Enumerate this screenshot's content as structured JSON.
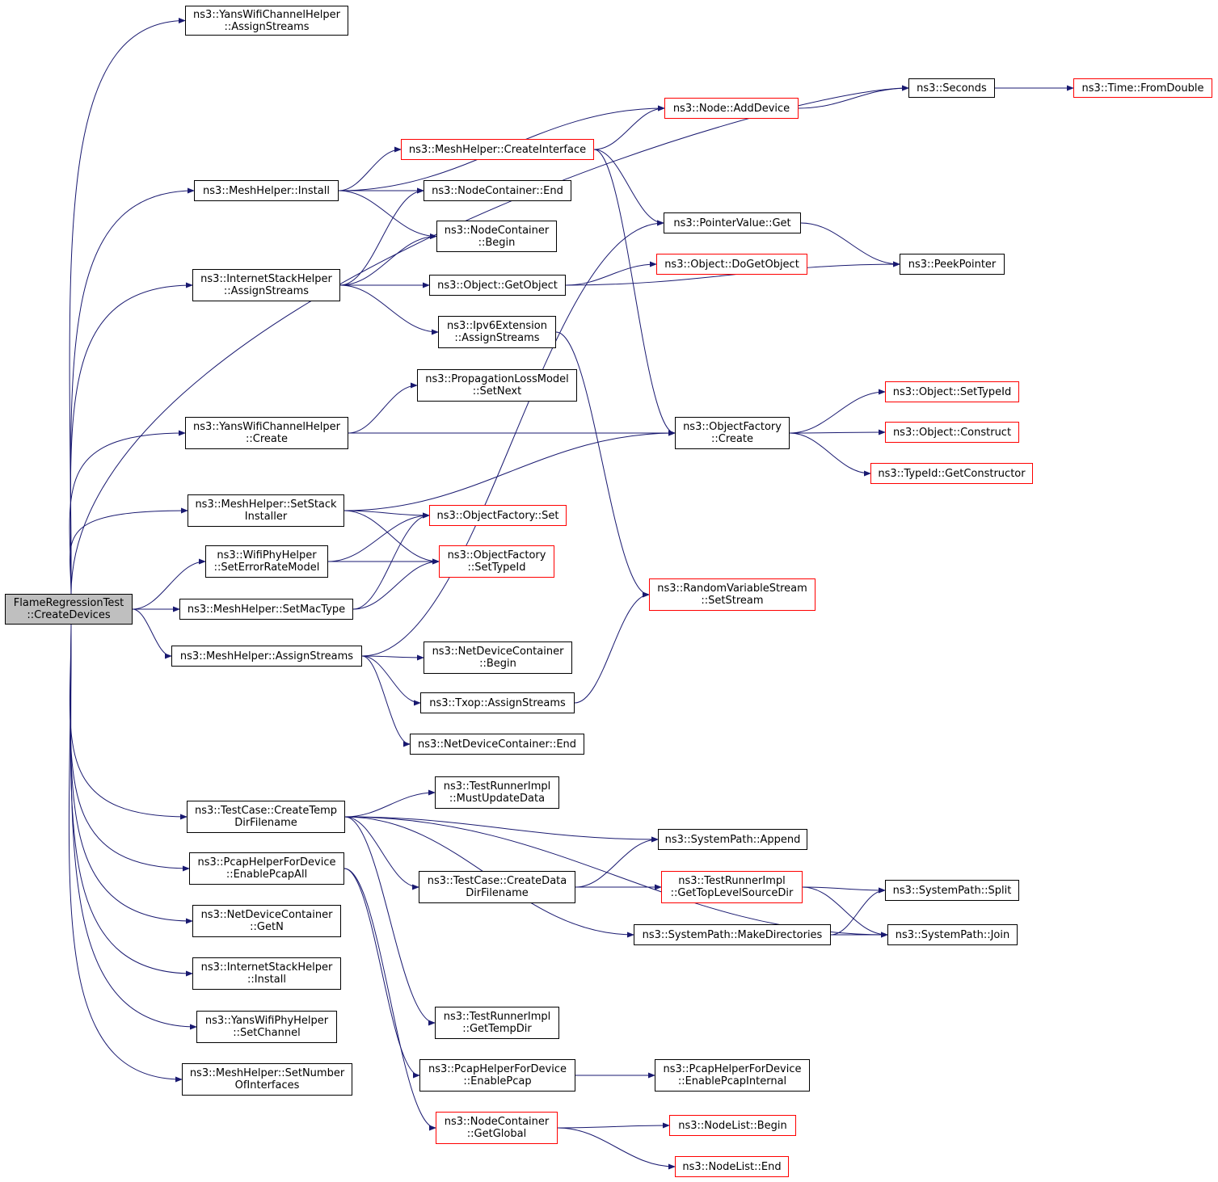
{
  "graph": {
    "edge_color": "#191970",
    "external_border": "#ff0000",
    "root_fill": "#bfbfbf",
    "nodes": [
      {
        "id": "root",
        "label": "FlameRegressionTest\n::CreateDevices",
        "root": true
      },
      {
        "id": "yans_assign",
        "label": "ns3::YansWifiChannelHelper\n::AssignStreams"
      },
      {
        "id": "seconds",
        "label": "ns3::Seconds"
      },
      {
        "id": "fromdouble",
        "label": "ns3::Time::FromDouble",
        "external": true
      },
      {
        "id": "adddevice",
        "label": "ns3::Node::AddDevice",
        "external": true
      },
      {
        "id": "createinterface",
        "label": "ns3::MeshHelper::CreateInterface",
        "external": true
      },
      {
        "id": "mesh_install",
        "label": "ns3::MeshHelper::Install"
      },
      {
        "id": "nc_end",
        "label": "ns3::NodeContainer::End"
      },
      {
        "id": "nc_begin",
        "label": "ns3::NodeContainer\n::Begin"
      },
      {
        "id": "pv_get",
        "label": "ns3::PointerValue::Get"
      },
      {
        "id": "peekpointer",
        "label": "ns3::PeekPointer"
      },
      {
        "id": "dogetobject",
        "label": "ns3::Object::DoGetObject",
        "external": true
      },
      {
        "id": "inet_assign",
        "label": "ns3::InternetStackHelper\n::AssignStreams"
      },
      {
        "id": "getobject",
        "label": "ns3::Object::GetObject"
      },
      {
        "id": "ipv6_assign",
        "label": "ns3::Ipv6Extension\n::AssignStreams"
      },
      {
        "id": "plm_setnext",
        "label": "ns3::PropagationLossModel\n::SetNext"
      },
      {
        "id": "yans_create",
        "label": "ns3::YansWifiChannelHelper\n::Create"
      },
      {
        "id": "of_create",
        "label": "ns3::ObjectFactory\n::Create"
      },
      {
        "id": "obj_settypeid",
        "label": "ns3::Object::SetTypeId",
        "external": true
      },
      {
        "id": "obj_construct",
        "label": "ns3::Object::Construct",
        "external": true
      },
      {
        "id": "typeid_getctor",
        "label": "ns3::TypeId::GetConstructor",
        "external": true
      },
      {
        "id": "mesh_setstack",
        "label": "ns3::MeshHelper::SetStack\nInstaller"
      },
      {
        "id": "of_set",
        "label": "ns3::ObjectFactory::Set",
        "external": true
      },
      {
        "id": "wifiphy_seterr",
        "label": "ns3::WifiPhyHelper\n::SetErrorRateModel"
      },
      {
        "id": "of_settypeid",
        "label": "ns3::ObjectFactory\n::SetTypeId",
        "external": true
      },
      {
        "id": "mesh_setmac",
        "label": "ns3::MeshHelper::SetMacType"
      },
      {
        "id": "rvs_setstream",
        "label": "ns3::RandomVariableStream\n::SetStream",
        "external": true
      },
      {
        "id": "mesh_assign",
        "label": "ns3::MeshHelper::AssignStreams"
      },
      {
        "id": "ndc_begin",
        "label": "ns3::NetDeviceContainer\n::Begin"
      },
      {
        "id": "txop_assign",
        "label": "ns3::Txop::AssignStreams"
      },
      {
        "id": "ndc_end",
        "label": "ns3::NetDeviceContainer::End"
      },
      {
        "id": "tri_mustupdate",
        "label": "ns3::TestRunnerImpl\n::MustUpdateData"
      },
      {
        "id": "tc_createtemp",
        "label": "ns3::TestCase::CreateTemp\nDirFilename"
      },
      {
        "id": "sp_append",
        "label": "ns3::SystemPath::Append"
      },
      {
        "id": "pcap_enableall",
        "label": "ns3::PcapHelperForDevice\n::EnablePcapAll"
      },
      {
        "id": "tc_createdata",
        "label": "ns3::TestCase::CreateData\nDirFilename"
      },
      {
        "id": "tri_gettoplevel",
        "label": "ns3::TestRunnerImpl\n::GetTopLevelSourceDir",
        "external": true
      },
      {
        "id": "sp_split",
        "label": "ns3::SystemPath::Split"
      },
      {
        "id": "ndc_getn",
        "label": "ns3::NetDeviceContainer\n::GetN"
      },
      {
        "id": "sp_makedirs",
        "label": "ns3::SystemPath::MakeDirectories"
      },
      {
        "id": "sp_join",
        "label": "ns3::SystemPath::Join"
      },
      {
        "id": "inet_install",
        "label": "ns3::InternetStackHelper\n::Install"
      },
      {
        "id": "tri_gettempdir",
        "label": "ns3::TestRunnerImpl\n::GetTempDir"
      },
      {
        "id": "yansphy_setchannel",
        "label": "ns3::YansWifiPhyHelper\n::SetChannel"
      },
      {
        "id": "pcap_enable",
        "label": "ns3::PcapHelperForDevice\n::EnablePcap"
      },
      {
        "id": "pcap_internal",
        "label": "ns3::PcapHelperForDevice\n::EnablePcapInternal"
      },
      {
        "id": "mesh_setnumif",
        "label": "ns3::MeshHelper::SetNumber\nOfInterfaces"
      },
      {
        "id": "nc_getglobal",
        "label": "ns3::NodeContainer\n::GetGlobal",
        "external": true
      },
      {
        "id": "nl_begin",
        "label": "ns3::NodeList::Begin",
        "external": true
      },
      {
        "id": "nl_end",
        "label": "ns3::NodeList::End",
        "external": true
      }
    ],
    "edges": [
      [
        "root",
        "yans_assign"
      ],
      [
        "root",
        "seconds"
      ],
      [
        "root",
        "mesh_install"
      ],
      [
        "root",
        "inet_assign"
      ],
      [
        "root",
        "yans_create"
      ],
      [
        "root",
        "mesh_setstack"
      ],
      [
        "root",
        "wifiphy_seterr"
      ],
      [
        "root",
        "mesh_setmac"
      ],
      [
        "root",
        "mesh_assign"
      ],
      [
        "root",
        "tc_createtemp"
      ],
      [
        "root",
        "pcap_enableall"
      ],
      [
        "root",
        "ndc_getn"
      ],
      [
        "root",
        "inet_install"
      ],
      [
        "root",
        "yansphy_setchannel"
      ],
      [
        "root",
        "mesh_setnumif"
      ],
      [
        "seconds",
        "fromdouble"
      ],
      [
        "adddevice",
        "seconds"
      ],
      [
        "mesh_install",
        "adddevice"
      ],
      [
        "mesh_install",
        "createinterface"
      ],
      [
        "mesh_install",
        "nc_end"
      ],
      [
        "mesh_install",
        "nc_begin"
      ],
      [
        "createinterface",
        "adddevice"
      ],
      [
        "createinterface",
        "pv_get"
      ],
      [
        "createinterface",
        "of_create"
      ],
      [
        "pv_get",
        "peekpointer"
      ],
      [
        "inet_assign",
        "nc_end"
      ],
      [
        "inet_assign",
        "nc_begin"
      ],
      [
        "inet_assign",
        "getobject"
      ],
      [
        "inet_assign",
        "ipv6_assign"
      ],
      [
        "getobject",
        "dogetobject"
      ],
      [
        "getobject",
        "peekpointer"
      ],
      [
        "ipv6_assign",
        "rvs_setstream"
      ],
      [
        "yans_create",
        "plm_setnext"
      ],
      [
        "yans_create",
        "of_create"
      ],
      [
        "of_create",
        "obj_settypeid"
      ],
      [
        "of_create",
        "obj_construct"
      ],
      [
        "of_create",
        "typeid_getctor"
      ],
      [
        "mesh_setstack",
        "of_create"
      ],
      [
        "mesh_setstack",
        "of_set"
      ],
      [
        "mesh_setstack",
        "of_settypeid"
      ],
      [
        "wifiphy_seterr",
        "of_set"
      ],
      [
        "wifiphy_seterr",
        "of_settypeid"
      ],
      [
        "mesh_setmac",
        "of_set"
      ],
      [
        "mesh_setmac",
        "of_settypeid"
      ],
      [
        "mesh_assign",
        "pv_get"
      ],
      [
        "mesh_assign",
        "ndc_begin"
      ],
      [
        "mesh_assign",
        "txop_assign"
      ],
      [
        "mesh_assign",
        "ndc_end"
      ],
      [
        "txop_assign",
        "rvs_setstream"
      ],
      [
        "tc_createtemp",
        "tri_mustupdate"
      ],
      [
        "tc_createtemp",
        "sp_append"
      ],
      [
        "tc_createtemp",
        "tc_createdata"
      ],
      [
        "tc_createtemp",
        "sp_makedirs"
      ],
      [
        "tc_createtemp",
        "sp_join"
      ],
      [
        "tc_createtemp",
        "tri_gettempdir"
      ],
      [
        "tc_createdata",
        "sp_append"
      ],
      [
        "tc_createdata",
        "tri_gettoplevel"
      ],
      [
        "tri_gettoplevel",
        "sp_split"
      ],
      [
        "tri_gettoplevel",
        "sp_join"
      ],
      [
        "sp_makedirs",
        "sp_split"
      ],
      [
        "sp_makedirs",
        "sp_join"
      ],
      [
        "pcap_enableall",
        "pcap_enable"
      ],
      [
        "pcap_enableall",
        "nc_getglobal"
      ],
      [
        "pcap_enable",
        "pcap_internal"
      ],
      [
        "nc_getglobal",
        "nl_begin"
      ],
      [
        "nc_getglobal",
        "nl_end"
      ]
    ]
  }
}
